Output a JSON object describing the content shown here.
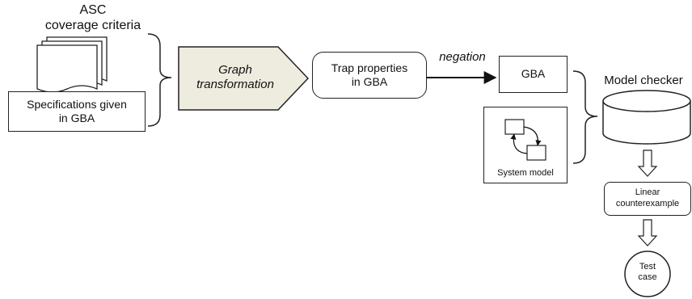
{
  "criteria": {
    "line1": "ASC",
    "line2": "coverage criteria"
  },
  "specs": {
    "line1": "Specifications given",
    "line2": "in GBA"
  },
  "transform": {
    "line1": "Graph",
    "line2": "transformation"
  },
  "trap": {
    "line1": "Trap properties",
    "line2": "in GBA"
  },
  "negation_label": "negation",
  "gba": "GBA",
  "system_model": "System model",
  "model_checker": "Model checker",
  "counterexample": {
    "line1": "Linear",
    "line2": "counterexample"
  },
  "test_case": {
    "line1": "Test",
    "line2": "case"
  },
  "colors": {
    "transform_fill": "#eeebdf",
    "stroke": "#222222"
  }
}
